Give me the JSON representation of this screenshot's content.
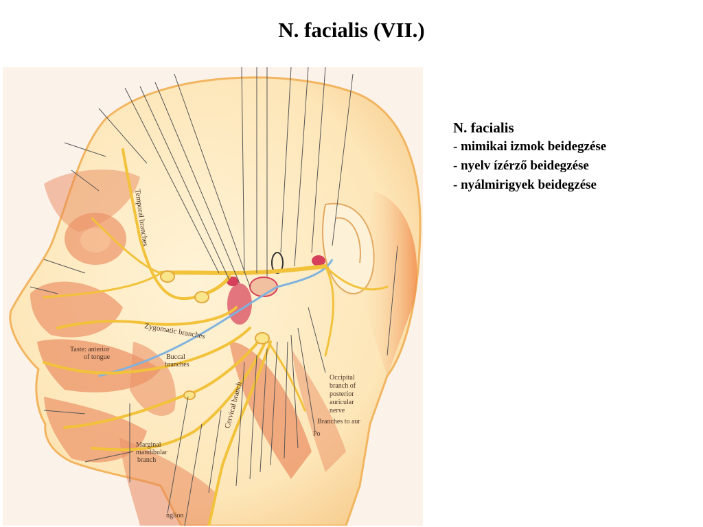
{
  "slide": {
    "title": "N. facialis (VII.)"
  },
  "notes": {
    "heading": "N. facialis",
    "bullet_prefix": "- ",
    "items": [
      "mimikai izmok beidegzése",
      "nyelv ízérző beidegzése",
      "nyálmirigyek beidegzése"
    ]
  },
  "figure": {
    "labels": {
      "temporal": "Temporal branches",
      "zygomatic": "Zygomatic branches",
      "taste_1": "Taste: anterior",
      "taste_2": "of tongue",
      "buccal_1": "Buccal",
      "buccal_2": "branches",
      "cervical": "Cervical branch",
      "occipital_1": "Occipital",
      "occipital_2": "branch of",
      "occipital_3": "posterior",
      "occipital_4": "auricular",
      "occipital_5": "nerve",
      "branches_to_aur": "Branches to aur",
      "po": "Po",
      "marginal_1": "Marginal",
      "marginal_2": "mandibular",
      "marginal_3": "branch",
      "ganglion": "nglion"
    },
    "colors": {
      "nerve": "#f2c23a",
      "muscle": "#e88458",
      "skin": "#fbe2bf",
      "artery": "#d6405a",
      "taste_nerve": "#7fb2de"
    }
  }
}
